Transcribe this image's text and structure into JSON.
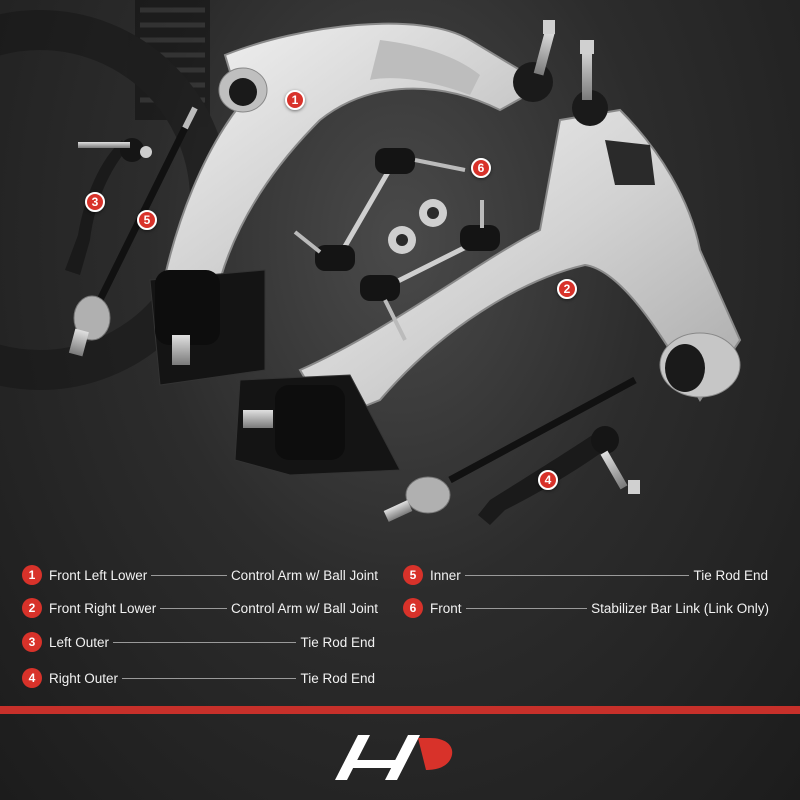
{
  "brand": {
    "accent": "#d8322a",
    "bar": "#c7302a"
  },
  "markers": [
    "1",
    "2",
    "3",
    "4",
    "5",
    "6"
  ],
  "legend": [
    {
      "num": "1",
      "part": "Front Left Lower",
      "desc": "Control Arm w/ Ball Joint"
    },
    {
      "num": "2",
      "part": "Front Right Lower",
      "desc": "Control Arm w/ Ball Joint"
    },
    {
      "num": "3",
      "part": "Left Outer",
      "desc": "Tie Rod End"
    },
    {
      "num": "4",
      "part": "Right Outer",
      "desc": "Tie Rod End"
    },
    {
      "num": "5",
      "part": "Inner",
      "desc": "Tie Rod End"
    },
    {
      "num": "6",
      "part": "Front",
      "desc": "Stabilizer Bar Link (Link Only)"
    }
  ],
  "logo": {
    "icon": "a-premium-logo"
  }
}
